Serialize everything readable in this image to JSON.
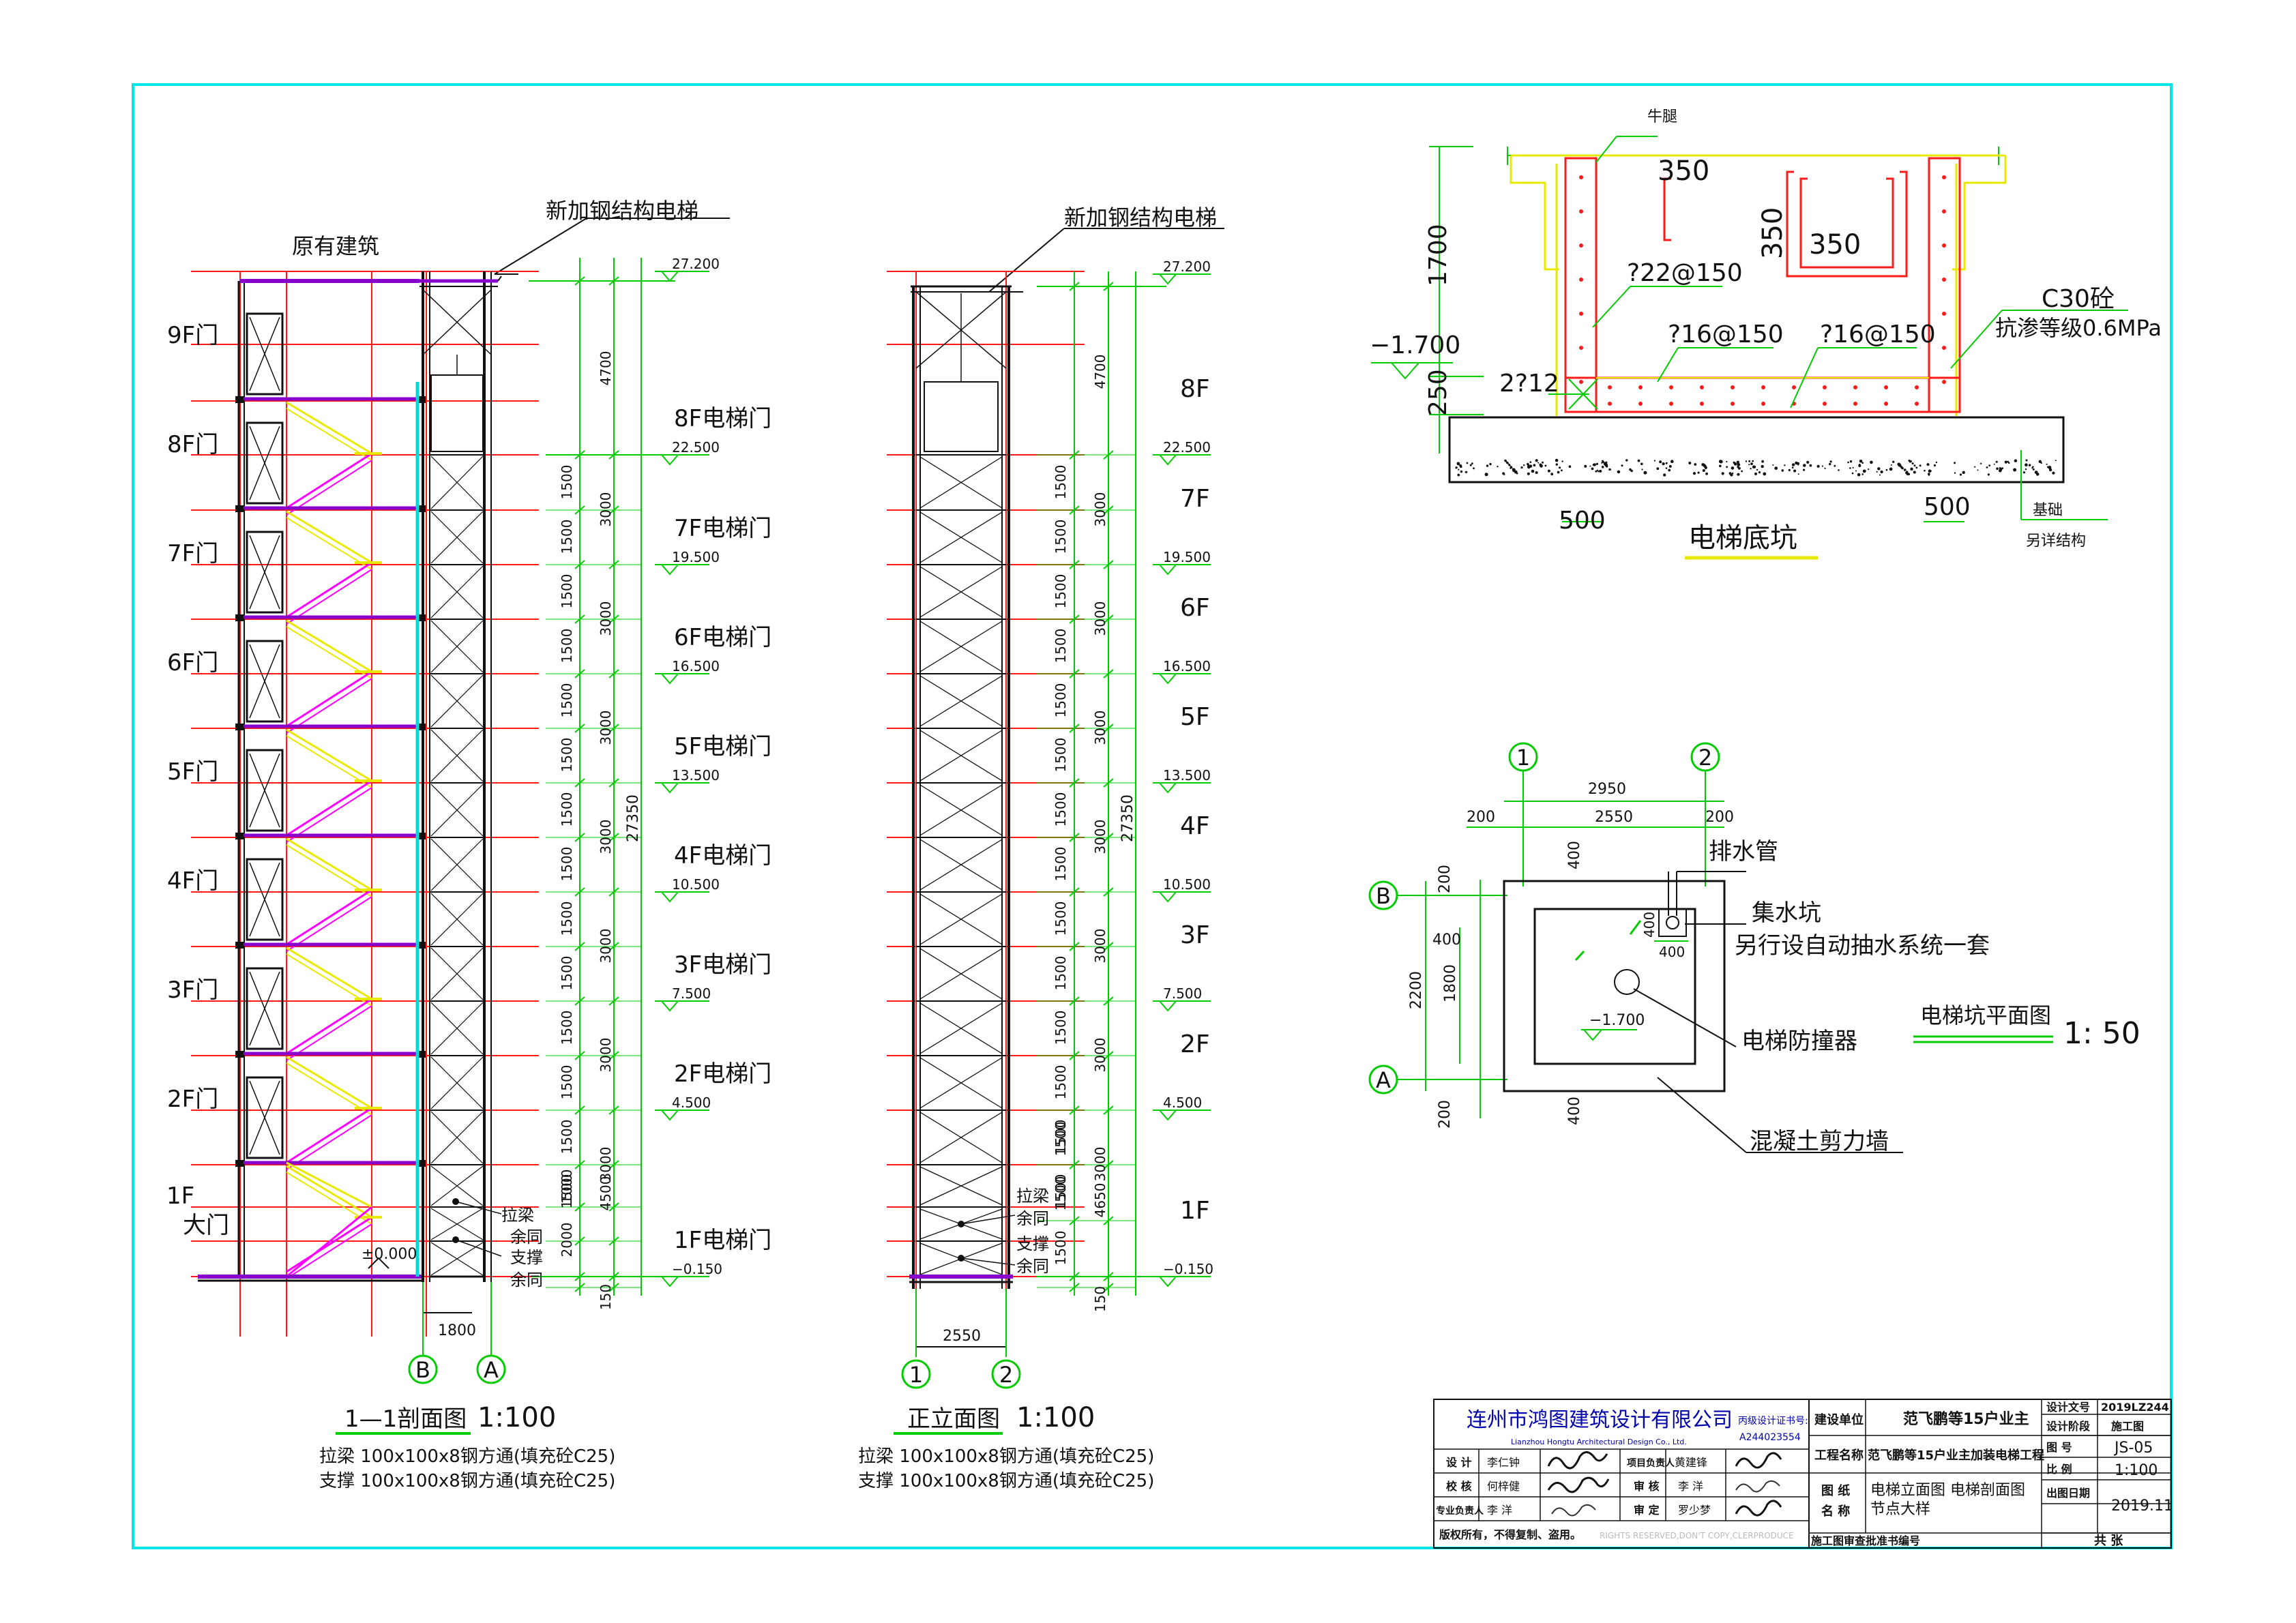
{
  "colors": {
    "frame": "#00e5e5",
    "red": "#ff1a1a",
    "magenta": "#ff00ff",
    "green": "#00cc00",
    "yellow": "#e8e800",
    "purple": "#8800cc",
    "cyan": "#00d8d8",
    "black": "#111111",
    "blue": "#0000aa"
  },
  "section": {
    "label_original": "原有建筑",
    "label_new": "新加钢结构电梯",
    "floor_doors": [
      "9F门",
      "8F门",
      "7F门",
      "6F门",
      "5F门",
      "4F门",
      "3F门",
      "2F门"
    ],
    "ground_1f": "1F",
    "ground_door": "大门",
    "datum": "±0.000",
    "tie_label": "拉梁",
    "tie_same": "余同",
    "brace_label": "支撑",
    "brace_same": "余同",
    "width_dim": "1800",
    "axis_left": "B",
    "axis_right": "A",
    "title": "1—1剖面图",
    "scale": "1:100",
    "note_tie": "拉梁  100x100x8钢方通(填充砼C25)",
    "note_brace": "支撑  100x100x8钢方通(填充砼C25)"
  },
  "levels": [
    {
      "elev": "27.200",
      "lbl": "",
      "lbl2": ""
    },
    {
      "elev": "22.500",
      "lbl": "8F电梯门",
      "lbl2": "8F"
    },
    {
      "elev": "19.500",
      "lbl": "7F电梯门",
      "lbl2": "7F"
    },
    {
      "elev": "16.500",
      "lbl": "6F电梯门",
      "lbl2": "6F"
    },
    {
      "elev": "13.500",
      "lbl": "5F电梯门",
      "lbl2": "5F"
    },
    {
      "elev": "10.500",
      "lbl": "4F电梯门",
      "lbl2": "4F"
    },
    {
      "elev": "7.500",
      "lbl": "3F电梯门",
      "lbl2": "3F"
    },
    {
      "elev": "4.500",
      "lbl": "2F电梯门",
      "lbl2": "2F"
    },
    {
      "elev": "−0.150",
      "lbl": "1F电梯门",
      "lbl2": "1F"
    }
  ],
  "dims_section": {
    "top": "4700",
    "floor_total": "3000",
    "floor_half": "1500",
    "ground_upper": "1000",
    "ground_mid": "4500",
    "ground_lower": "2000",
    "bottom": "150",
    "total": "27350"
  },
  "dims_elevation": {
    "top": "4700",
    "floor_total": "3000",
    "floor_half": "1500",
    "ground": "4650",
    "bottom": "150",
    "total": "27350"
  },
  "elevation": {
    "label_new": "新加钢结构电梯",
    "tie_label": "拉梁",
    "tie_same": "余同",
    "brace_label": "支撑",
    "brace_same": "余同",
    "width_dim": "2550",
    "axis_left": "1",
    "axis_right": "2",
    "title": "正立面图",
    "scale": "1:100",
    "note_tie": "拉梁  100x100x8钢方通(填充砼C25)",
    "note_brace": "支撑  100x100x8钢方通(填充砼C25)"
  },
  "pit_section": {
    "corbel": "牛腿",
    "dim_350_top": "350",
    "dim_350_side": "350",
    "dim_350_right": "350",
    "dim_1700": "1700",
    "dim_250": "250",
    "elev": "−1.700",
    "rebar_22": "?22@150",
    "rebar_16a": "?16@150",
    "rebar_16b": "?16@150",
    "rebar_12": "2?12",
    "concrete": "C30砼",
    "seepage": "抗渗等级0.6MPa",
    "dim_500_left": "500",
    "dim_500_right": "500",
    "foundation": "基础",
    "foundation_note": "另详结构",
    "title": "电梯底坑"
  },
  "pit_plan": {
    "axis_1": "1",
    "axis_2": "2",
    "axis_b": "B",
    "axis_a": "A",
    "dim_2950": "2950",
    "dim_2550": "2550",
    "dim_200_l": "200",
    "dim_200_r": "200",
    "dim_400_top": "400",
    "dim_400_left": "400",
    "dim_400_pit_v": "400",
    "dim_400_pit_h": "400",
    "dim_400_bottom": "400",
    "dim_2200": "2200",
    "dim_1800": "1800",
    "dim_200_top": "200",
    "dim_200_bottom": "200",
    "elev": "−1.700",
    "drain": "排水管",
    "sump": "集水坑",
    "pump": "另行设自动抽水系统一套",
    "buffer": "电梯防撞器",
    "wall": "混凝土剪力墙",
    "title": "电梯坑平面图",
    "scale": "1: 50"
  },
  "title_block": {
    "company": "连州市鸿图建筑设计有限公司",
    "company_en": "Lianzhou Hongtu Architectural Design Co., Ltd.",
    "cert_label": "丙级设计证书号:",
    "cert_no": "A244023554",
    "client_label": "建设单位",
    "client": "范飞鹏等15户业主",
    "project_label": "工程名称",
    "project": "范飞鹏等15户业主加装电梯工程",
    "drawing_label": "图    纸",
    "drawing_label2": "名    称",
    "drawing": "电梯立面图  电梯剖面图",
    "drawing2": "节点大样",
    "design_no_label": "设计文号",
    "design_no": "2019LZ244",
    "stage_label": "设计阶段",
    "stage": "施工图",
    "sheet_label": "图    号",
    "sheet": "JS-05",
    "scale_label": "比    例",
    "scale": "1:100",
    "date_label": "出图日期",
    "date": "2019.11",
    "total_label": "共    张",
    "role_design": "设    计",
    "name_design": "李仁钟",
    "role_check": "校    核",
    "name_check": "何梓健",
    "role_lead": "专业负责人",
    "name_lead": "李  洋",
    "role_pm": "项目负责人",
    "name_pm": "黄建锋",
    "role_review": "审    核",
    "name_review": "李  洋",
    "role_approve": "审    定",
    "name_approve": "罗少梦",
    "copyright": "版权所有，不得复制、盗用。",
    "copyright_en": "RIGHTS RESERVED,DON'T COPY,CLERPRODUCE",
    "review_no": "施工图审查批准书编号"
  }
}
